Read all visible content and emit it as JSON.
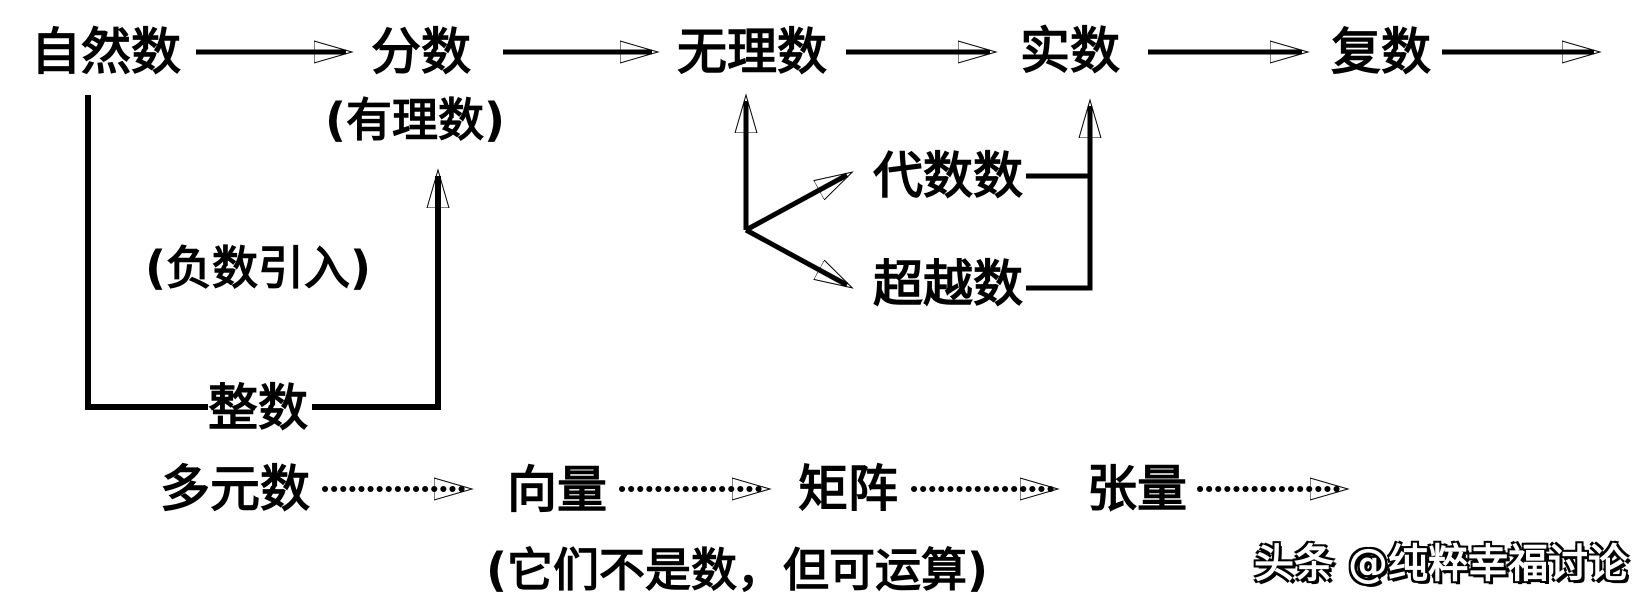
{
  "colors": {
    "background": "#ffffff",
    "ink": "#000000"
  },
  "nodes": {
    "natural": "自然数",
    "fraction": "分数",
    "rational_note": "(有理数)",
    "irrational": "无理数",
    "real": "实数",
    "complex": "复数",
    "negative_intro_note": "(负数引入)",
    "integer": "整数",
    "algebraic": "代数数",
    "transcendental": "超越数",
    "multicomponent": "多元数",
    "vector": "向量",
    "matrix": "矩阵",
    "tensor": "张量"
  },
  "caption": "(它们不是数，但可运算)",
  "watermark": "头条 @纯粹幸福讨论"
}
